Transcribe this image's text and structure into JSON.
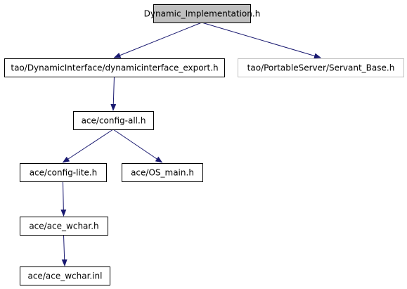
{
  "colors": {
    "edge": "#191970",
    "root_fill": "#bfbfbf",
    "node_border": "#000000",
    "external_border": "#bfbfbf",
    "node_fill": "#ffffff",
    "external_text": "#000000"
  },
  "nodes": [
    {
      "id": "root",
      "label": "Dynamic_Implementation.h",
      "kind": "root"
    },
    {
      "id": "export",
      "label": "tao/DynamicInterface/dynamicinterface_export.h",
      "kind": "normal"
    },
    {
      "id": "servant",
      "label": "tao/PortableServer/Servant_Base.h",
      "kind": "external"
    },
    {
      "id": "configall",
      "label": "ace/config-all.h",
      "kind": "normal"
    },
    {
      "id": "configlite",
      "label": "ace/config-lite.h",
      "kind": "normal"
    },
    {
      "id": "osmain",
      "label": "ace/OS_main.h",
      "kind": "normal"
    },
    {
      "id": "wcharh",
      "label": "ace/ace_wchar.h",
      "kind": "normal"
    },
    {
      "id": "wcharinl",
      "label": "ace/ace_wchar.inl",
      "kind": "normal"
    }
  ],
  "edges": [
    {
      "from": "root",
      "to": "export"
    },
    {
      "from": "root",
      "to": "servant"
    },
    {
      "from": "export",
      "to": "configall"
    },
    {
      "from": "configall",
      "to": "configlite"
    },
    {
      "from": "configall",
      "to": "osmain"
    },
    {
      "from": "configlite",
      "to": "wcharh"
    },
    {
      "from": "wcharh",
      "to": "wcharinl"
    }
  ]
}
